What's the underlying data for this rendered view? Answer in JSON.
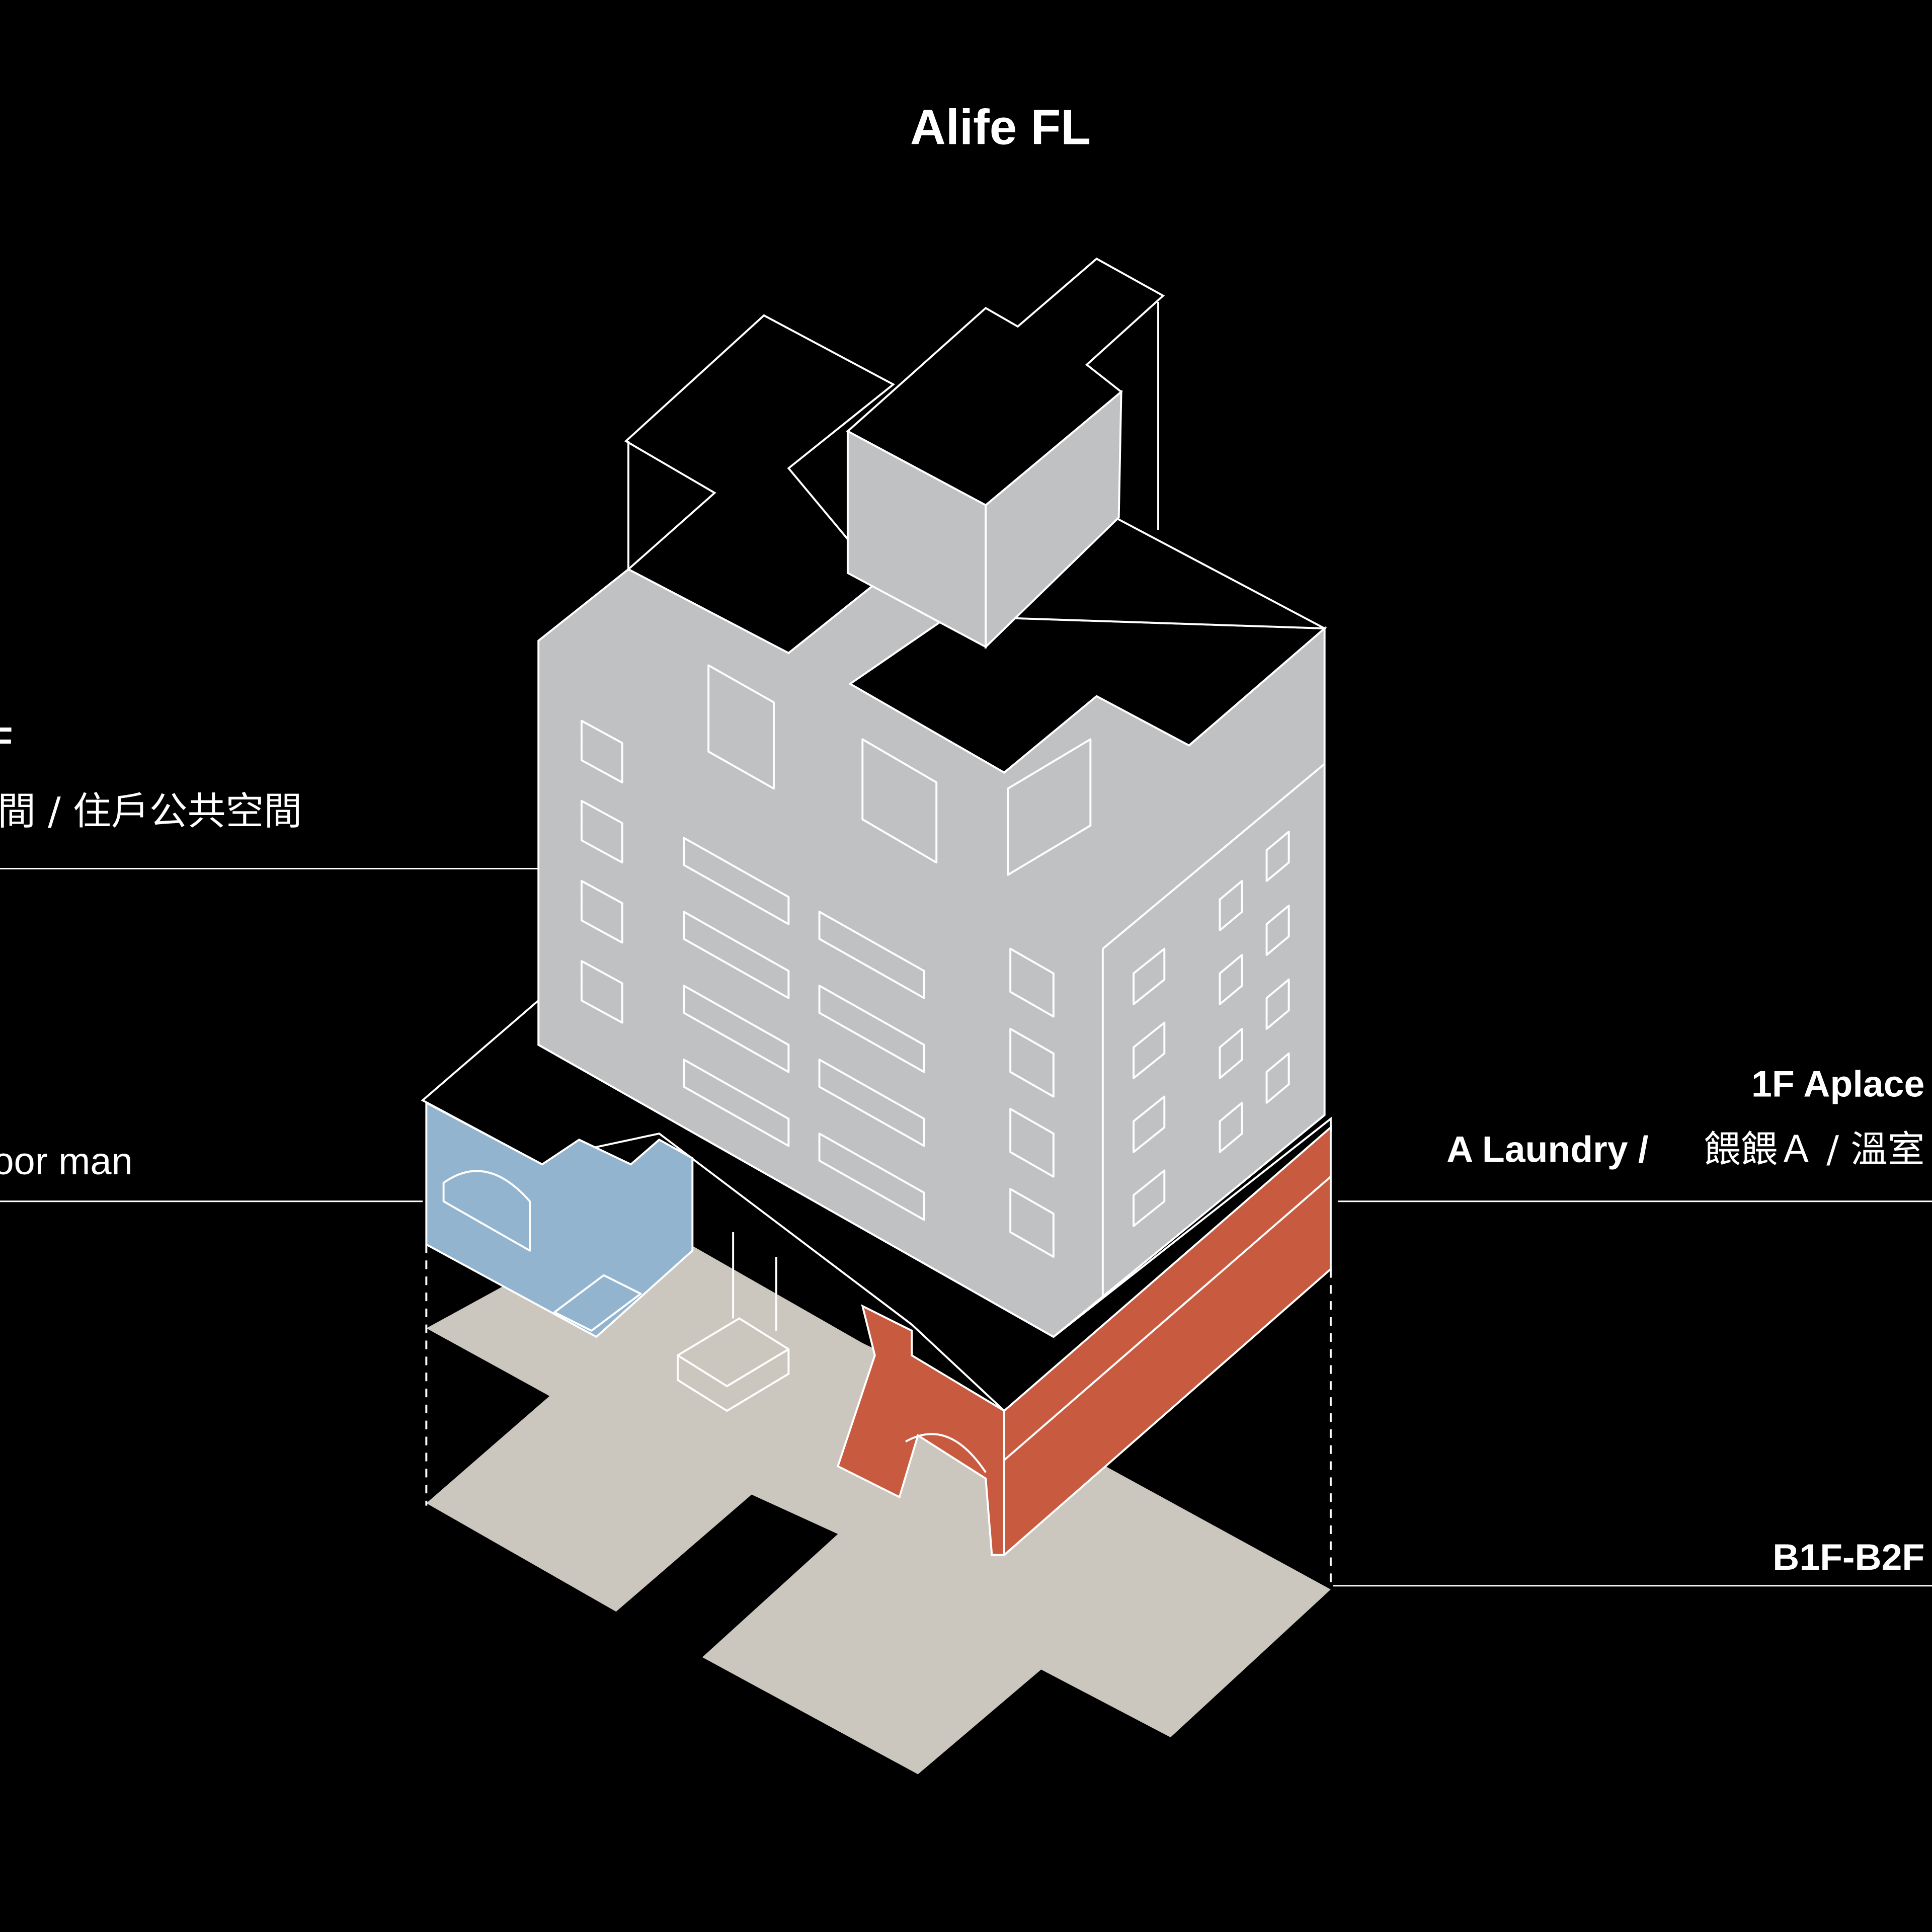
{
  "title": "Alife FL",
  "labels": {
    "left_upper_heading": "F",
    "left_upper_sub": "間 / 住戶公共空間",
    "left_lower": "oor man",
    "right_upper_heading": "1F Aplace",
    "right_upper_sub_en": "A  Laundry /",
    "right_upper_sub_cjk": "餵餵Ａ / 溫室",
    "right_lower": "B1F-B2F"
  },
  "colors": {
    "background": "#000000",
    "building": "#bfc1c3",
    "basement": "#cbc7bf",
    "left_shop": "#93b4cf",
    "aplace": "#c85a40"
  }
}
